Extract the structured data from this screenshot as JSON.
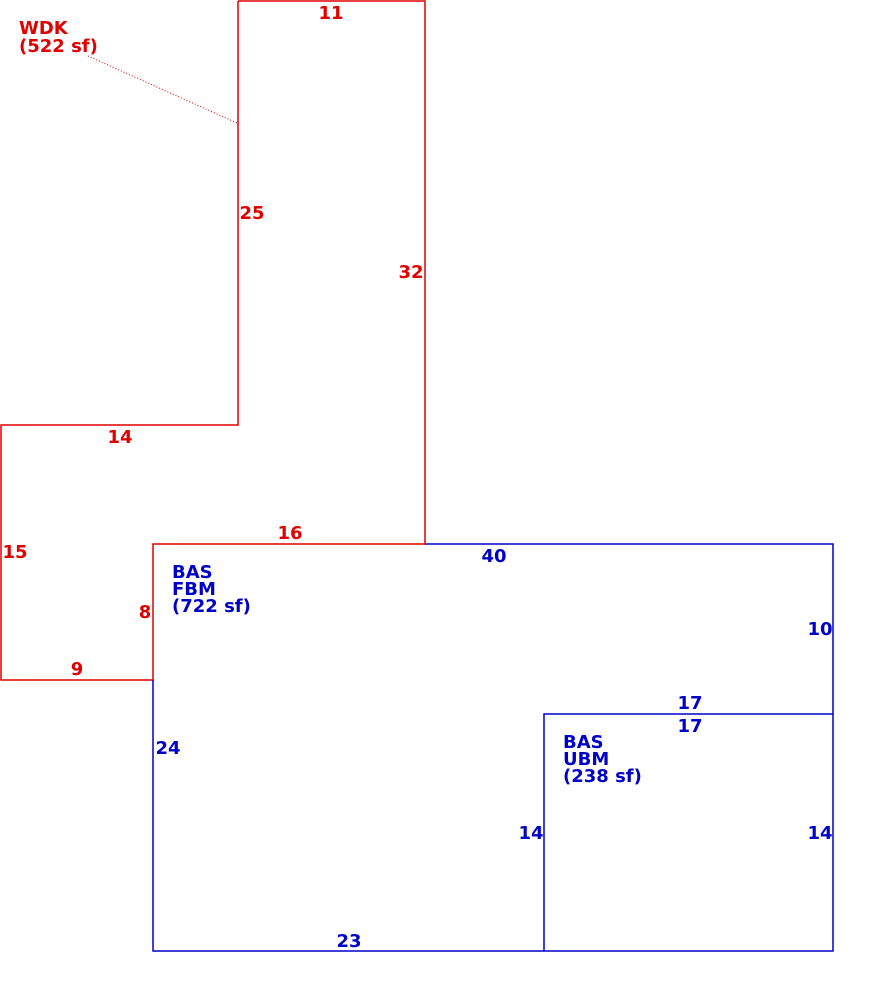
{
  "colors": {
    "wdk": "#e00000",
    "bas": "#0000c8",
    "background": "#ffffff"
  },
  "areas": {
    "wdk": {
      "code": "WDK",
      "size": "(522 sf)"
    },
    "bas_fbm": {
      "code": "BAS",
      "sub": "FBM",
      "size": "(722 sf)"
    },
    "bas_ubm": {
      "code": "BAS",
      "sub": "UBM",
      "size": "(238 sf)"
    }
  },
  "dims": {
    "wdk_top": "11",
    "wdk_left_upper": "25",
    "wdk_right": "32",
    "wdk_step": "14",
    "wdk_left_lower": "15",
    "wdk_bottom_right": "16",
    "wdk_inner": "8",
    "wdk_bottom_left": "9",
    "fbm_top": "40",
    "fbm_right": "10",
    "fbm_left": "24",
    "fbm_bottom": "23",
    "ubm_top_outer": "17",
    "ubm_top_inner": "17",
    "ubm_left": "14",
    "ubm_right": "14"
  }
}
